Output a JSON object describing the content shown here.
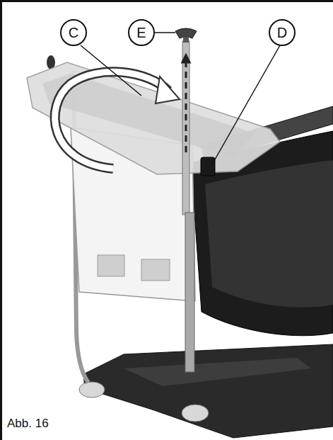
{
  "diagram": {
    "caption": "Abb. 16",
    "nodes": [
      {
        "text": [
          "C"
        ]
      },
      {
        "text": [
          "E"
        ]
      },
      {
        "text": [
          "D"
        ]
      }
    ]
  }
}
